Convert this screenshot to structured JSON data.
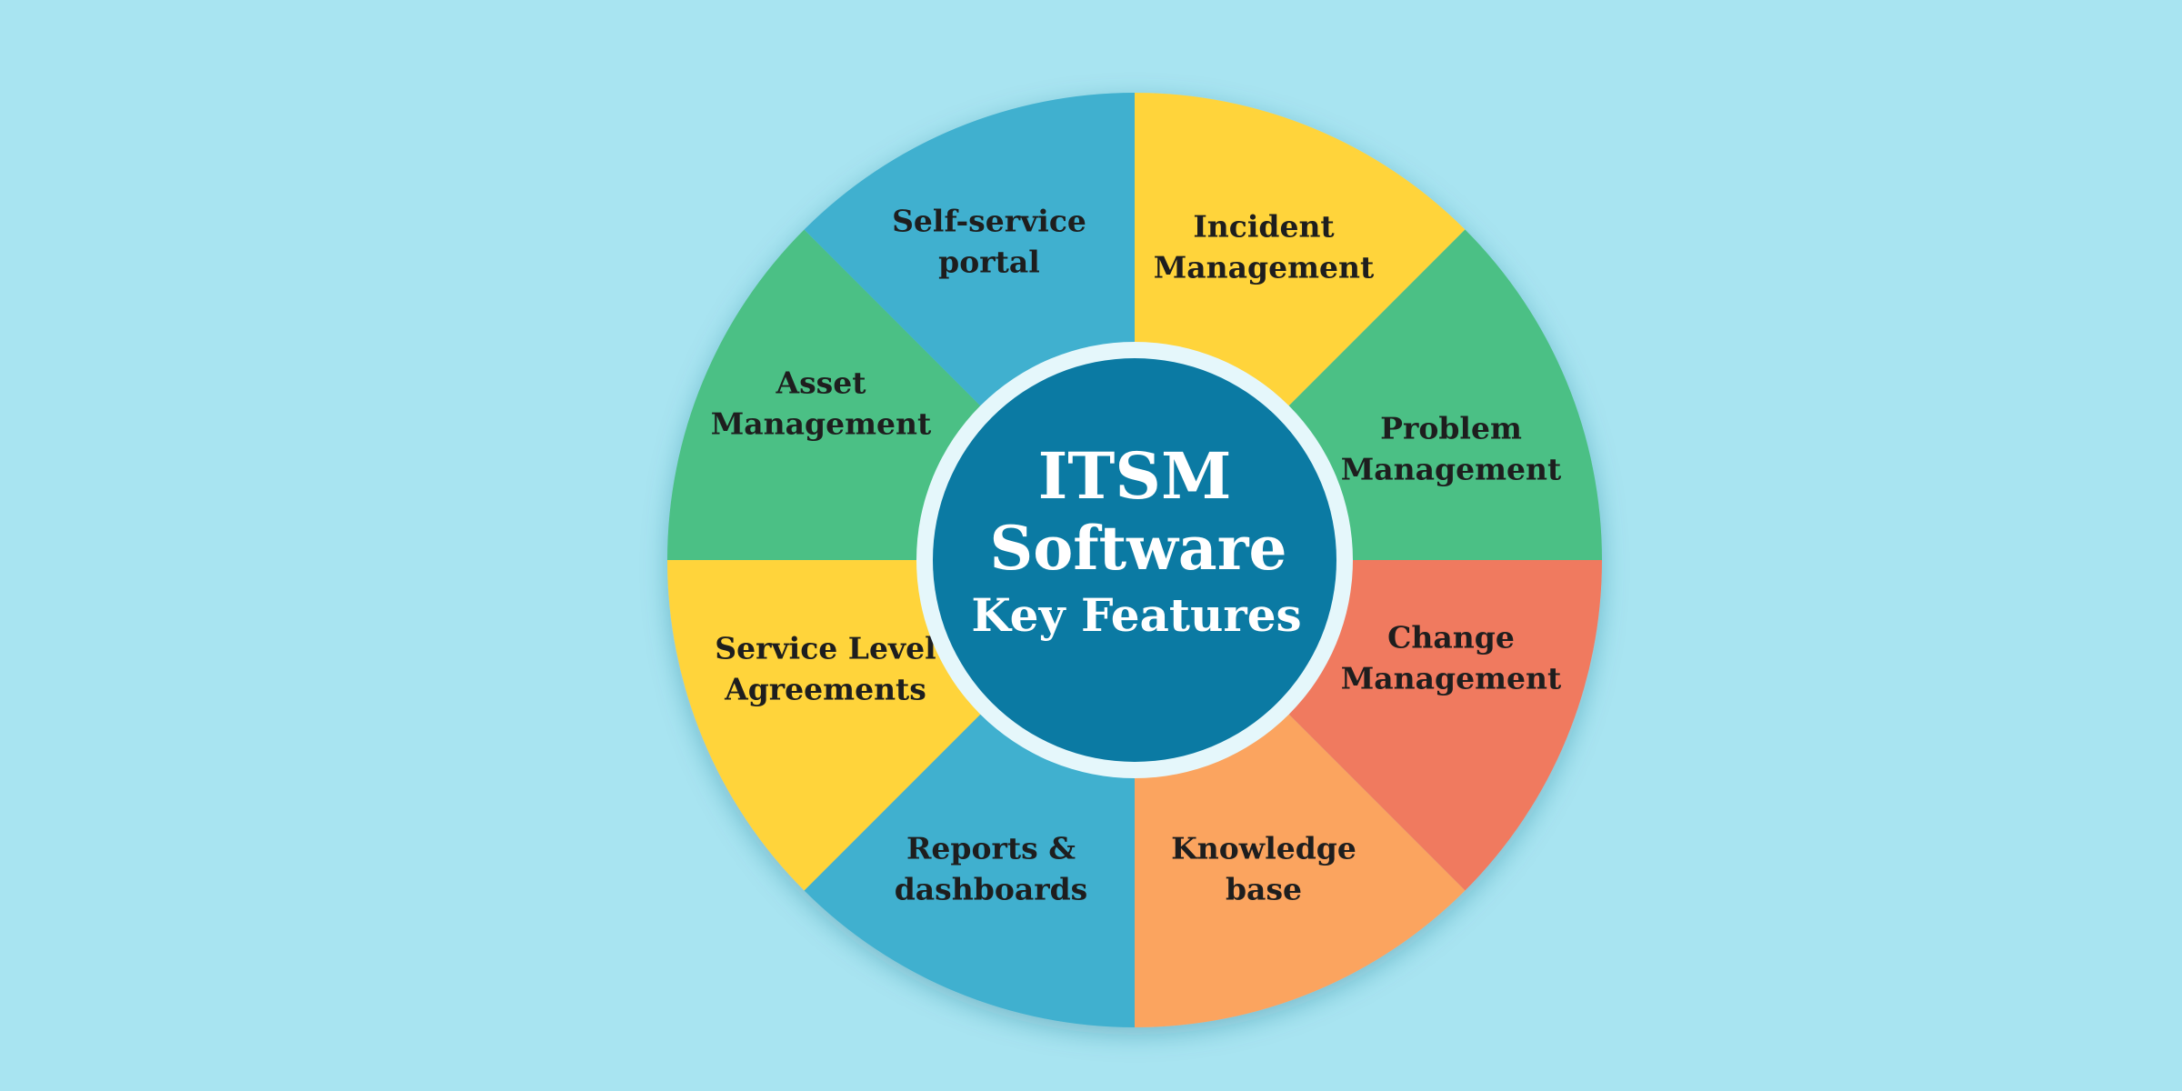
{
  "colors": {
    "background": "#a8e4f1",
    "center_fill": "#0b7aa3",
    "center_ring": "#e5f7fb"
  },
  "center": {
    "line1": "ITSM",
    "line2": "Software",
    "line3": "Key Features"
  },
  "segments": [
    {
      "label_lines": [
        "Incident",
        "Management"
      ],
      "color": "#ffd43b"
    },
    {
      "label_lines": [
        "Problem",
        "Management"
      ],
      "color": "#4bc085"
    },
    {
      "label_lines": [
        "Change",
        "Management"
      ],
      "color": "#f07a5f"
    },
    {
      "label_lines": [
        "Knowledge",
        "base"
      ],
      "color": "#fba45f"
    },
    {
      "label_lines": [
        "Reports &",
        "dashboards"
      ],
      "color": "#3fb0cf"
    },
    {
      "label_lines": [
        "Service Level",
        "Agreements"
      ],
      "color": "#ffd43b"
    },
    {
      "label_lines": [
        "Asset",
        "Management"
      ],
      "color": "#4bc085"
    },
    {
      "label_lines": [
        "Self-service",
        "portal"
      ],
      "color": "#3fb0cf"
    }
  ]
}
